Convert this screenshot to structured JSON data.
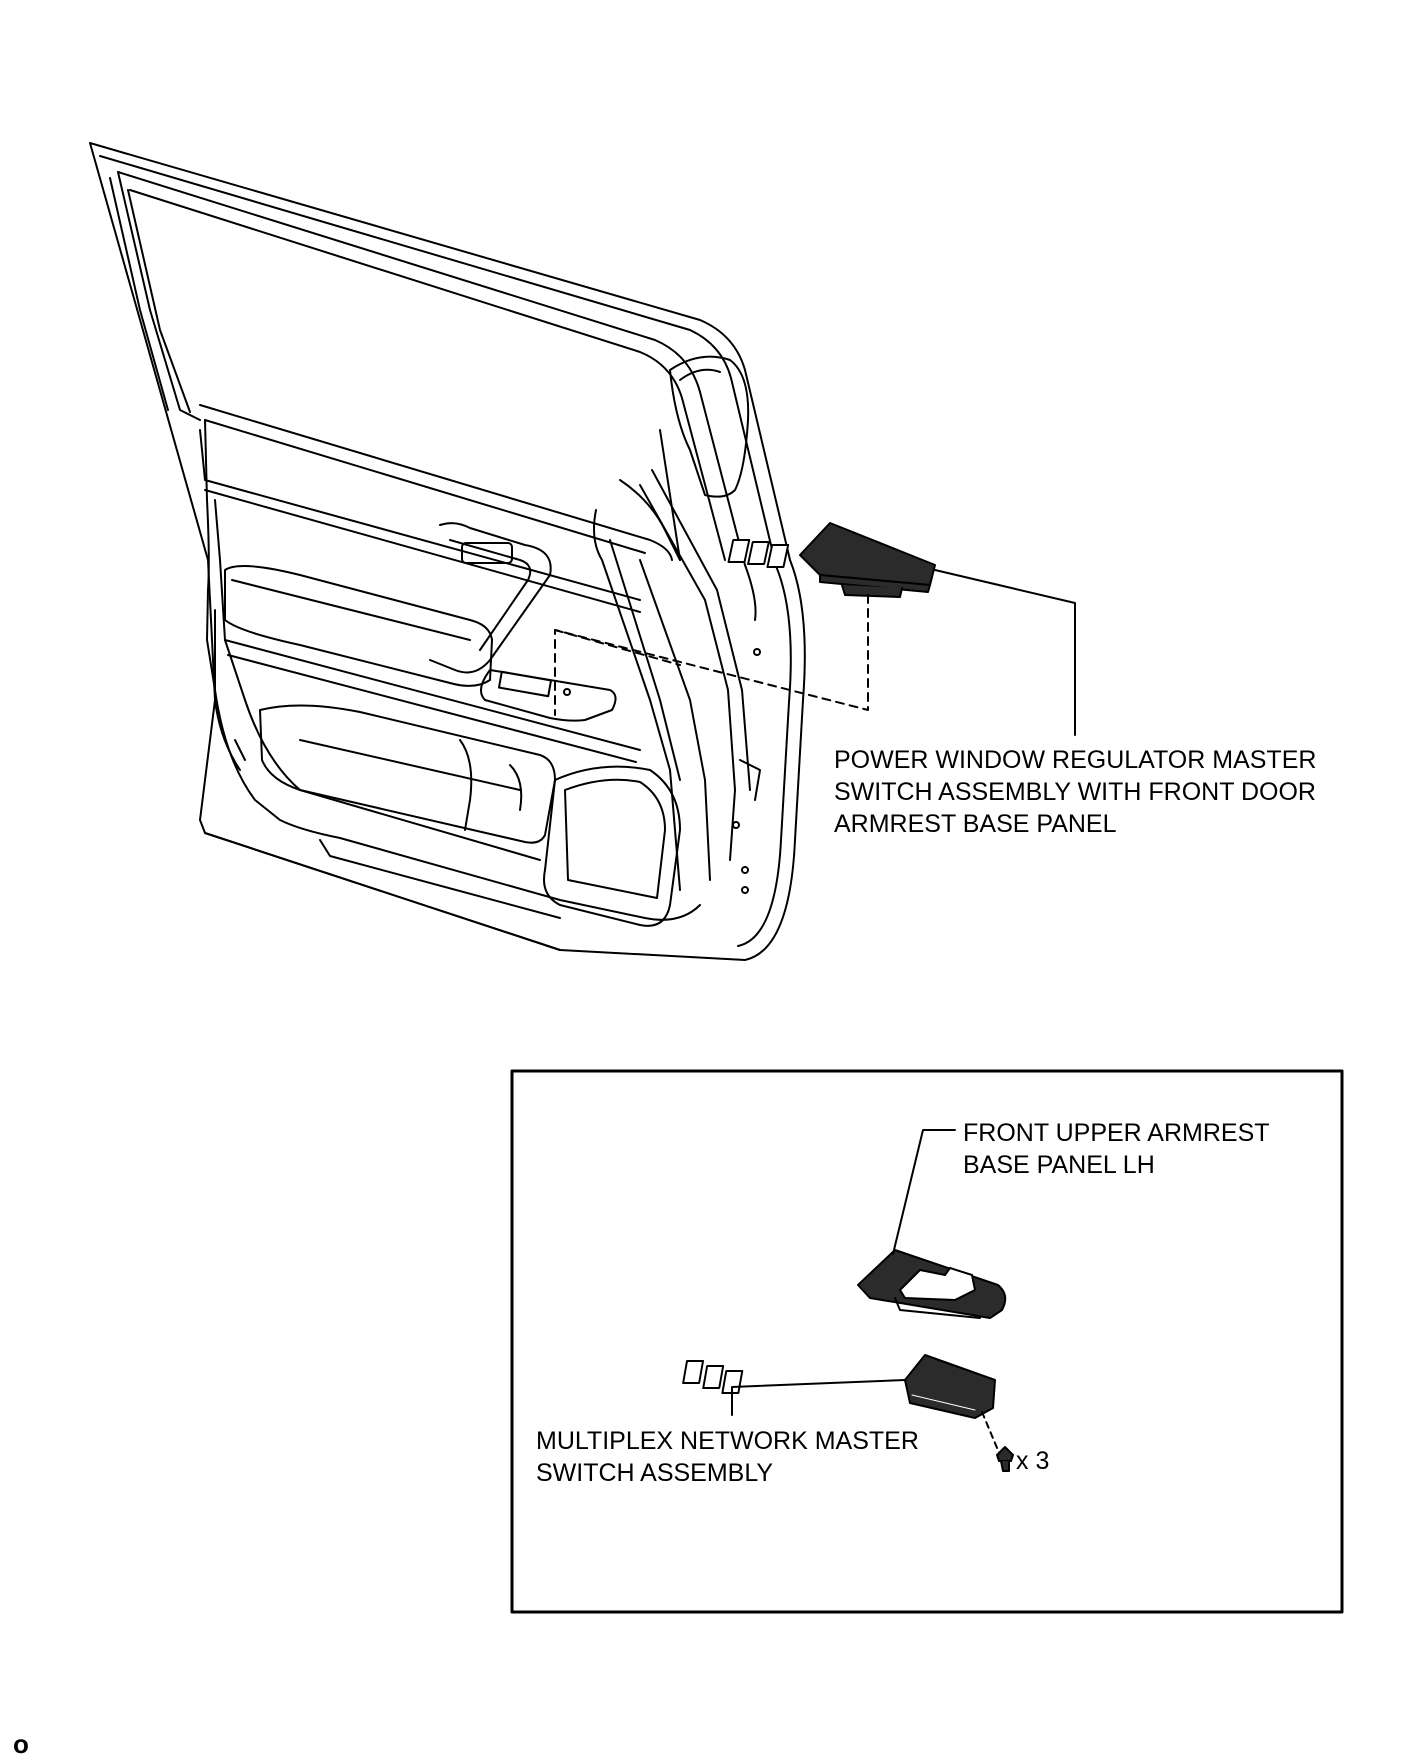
{
  "labels": {
    "power_window_line1": "POWER WINDOW REGULATOR MASTER",
    "power_window_line2": "SWITCH ASSEMBLY WITH FRONT DOOR",
    "power_window_line3": "ARMREST BASE PANEL",
    "upper_armrest_line1": "FRONT UPPER ARMREST",
    "upper_armrest_line2": "BASE PANEL LH",
    "multiplex_line1": "MULTIPLEX NETWORK MASTER",
    "multiplex_line2": "SWITCH ASSEMBLY",
    "screw_quantity": "x 3",
    "figure_code": "o"
  },
  "icons": {
    "screw": "screw-icon"
  },
  "colors": {
    "line": "#000000",
    "panel_fill": "#2b2b2b",
    "background": "#ffffff"
  }
}
